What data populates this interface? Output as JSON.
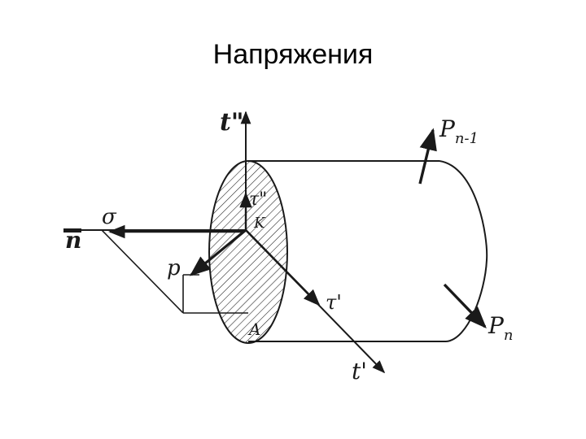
{
  "slide": {
    "title": "Напряжения"
  },
  "diagram": {
    "labels": {
      "t_double_prime": "t\"",
      "tau_double_prime": "τ\"",
      "k": "K",
      "sigma": "σ",
      "n": "n",
      "p": "p",
      "tau_prime": "τ'",
      "a": "A",
      "t_prime": "t'",
      "p_n_minus_1": "P",
      "p_n_minus_1_sub": "n-1",
      "p_n": "P",
      "p_n_sub": "n"
    },
    "colors": {
      "ink": "#1a1a1a",
      "background": "#ffffff"
    }
  }
}
